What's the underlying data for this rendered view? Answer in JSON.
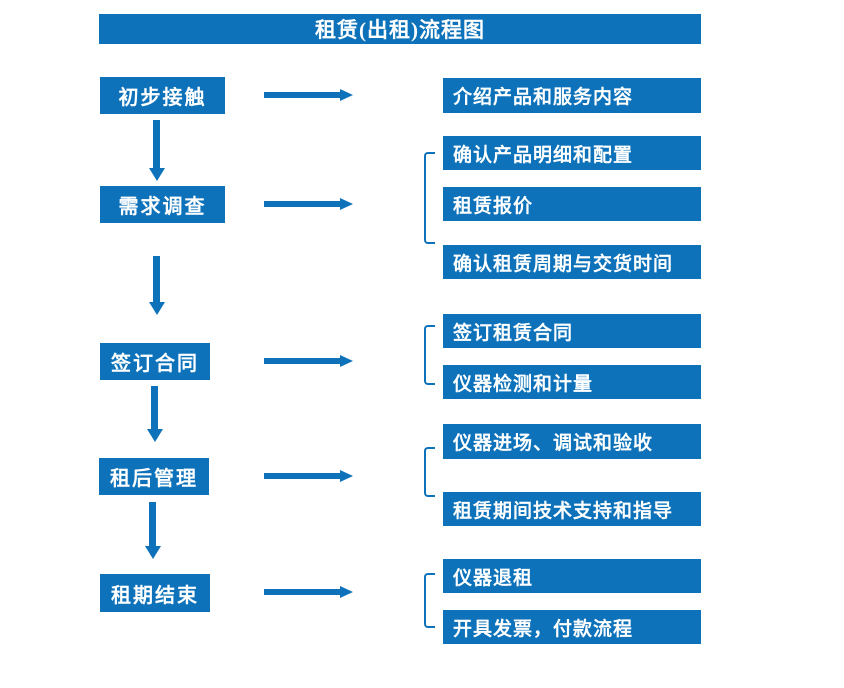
{
  "title": "租赁(出租)流程图",
  "colors": {
    "accent": "#0d72ba",
    "text_on_accent": "#ffffff",
    "background": "#ffffff"
  },
  "steps": [
    {
      "label": "初步接触",
      "outputs": [
        "介绍产品和服务内容"
      ]
    },
    {
      "label": "需求调查",
      "outputs": [
        "确认产品明细和配置",
        "租赁报价",
        "确认租赁周期与交货时间"
      ]
    },
    {
      "label": "签订合同",
      "outputs": [
        "签订租赁合同",
        "仪器检测和计量"
      ]
    },
    {
      "label": "租后管理",
      "outputs": [
        "仪器进场、调试和验收",
        "租赁期间技术支持和指导"
      ]
    },
    {
      "label": "租期结束",
      "outputs": [
        "仪器退租",
        "开具发票，付款流程"
      ]
    }
  ]
}
